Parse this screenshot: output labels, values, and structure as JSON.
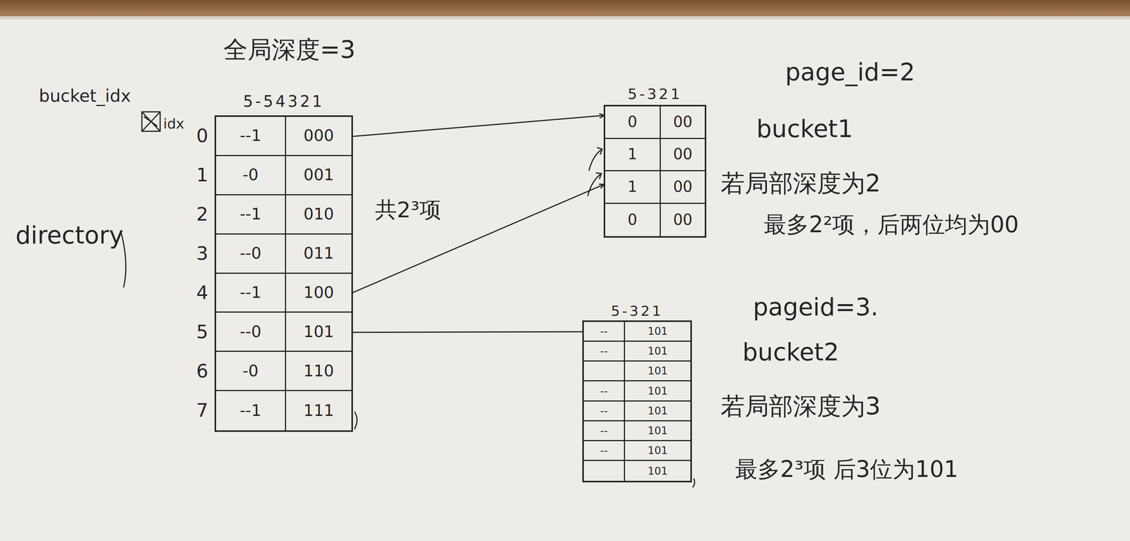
{
  "diagram": {
    "nodes": [
      {
        "text": [
          "5-54321"
        ]
      },
      {
        "text": [
          "--1",
          "000"
        ],
        "in": 0
      },
      {
        "text": [
          "-0",
          "001"
        ],
        "in": 0
      },
      {
        "text": [
          "--1",
          "010"
        ],
        "in": 0
      },
      {
        "text": [
          "--0",
          "011"
        ],
        "in": 0
      },
      {
        "text": [
          "--1",
          "100"
        ],
        "in": 0
      },
      {
        "text": [
          "--0",
          "101"
        ],
        "in": 0
      },
      {
        "text": [
          "-0",
          "110"
        ],
        "in": 0
      },
      {
        "text": [
          "--1",
          "111"
        ],
        "in": 0
      },
      {
        "text": [
          "5-321"
        ]
      },
      {
        "text": [
          "0",
          "00"
        ],
        "in": 9
      },
      {
        "text": [
          "1",
          "00"
        ],
        "in": 9
      },
      {
        "text": [
          "1",
          "00"
        ],
        "in": 9
      },
      {
        "text": [
          "0",
          "00"
        ],
        "in": 9
      },
      {
        "text": [
          "5-321"
        ]
      },
      {
        "text": [
          "--",
          "101"
        ],
        "in": 14
      },
      {
        "text": [
          "--",
          "101"
        ],
        "in": 14
      },
      {
        "text": [
          "101"
        ],
        "in": 14
      },
      {
        "text": [
          "--",
          "101"
        ],
        "in": 14
      },
      {
        "text": [
          "--",
          "101"
        ],
        "in": 14
      },
      {
        "text": [
          "--",
          "101"
        ],
        "in": 14
      },
      {
        "text": [
          "--",
          "101"
        ],
        "in": 14
      },
      {
        "text": [
          "101"
        ],
        "in": 14
      }
    ],
    "edges": [
      {
        "from": 1,
        "to": 9,
        "arrow": "to"
      },
      {
        "from": 5,
        "to": 9,
        "arrow": "to"
      },
      {
        "from": 6,
        "to": 14,
        "arrow": "none"
      }
    ],
    "labels": [
      "全局深度=3",
      "bucket_idx",
      "idx",
      "0",
      "1",
      "2",
      "3",
      "4",
      "5",
      "6",
      "7",
      "directory",
      "共2³项",
      "page_id=2",
      "bucket1",
      "若局部深度为2",
      "最多2²项，后两位均为00",
      "pageid=3.",
      "bucket2",
      "若局部深度为3",
      "最多2³项 后3位为101"
    ]
  }
}
